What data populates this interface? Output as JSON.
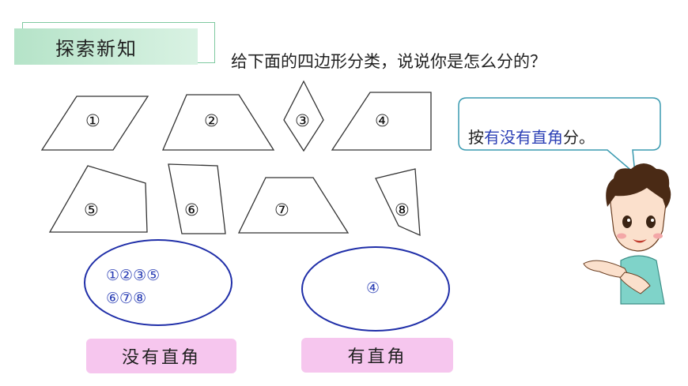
{
  "banner": {
    "title": "探索新知"
  },
  "question": "给下面的四边形分类，说说你是怎么分的？",
  "shapes": [
    {
      "id": "1",
      "label": "①"
    },
    {
      "id": "2",
      "label": "②"
    },
    {
      "id": "3",
      "label": "③"
    },
    {
      "id": "4",
      "label": "④"
    },
    {
      "id": "5",
      "label": "⑤"
    },
    {
      "id": "6",
      "label": "⑥"
    },
    {
      "id": "7",
      "label": "⑦"
    },
    {
      "id": "8",
      "label": "⑧"
    }
  ],
  "speech_bubble": {
    "prefix": "按",
    "highlight": "有没有直角",
    "suffix": "分。"
  },
  "groups": [
    {
      "line1": "①②③⑤",
      "line2": "⑥⑦⑧",
      "label": "没有直角"
    },
    {
      "line1": "④",
      "line2": "",
      "label": "有直角"
    }
  ],
  "colors": {
    "accent_blue": "#2b3fb5",
    "label_pink": "#f6c6ee",
    "banner_green": "#b5e3c8"
  }
}
